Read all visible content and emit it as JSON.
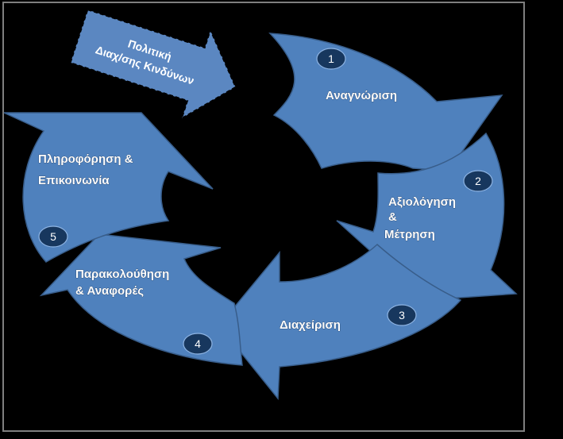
{
  "diagram": {
    "colors": {
      "background": "#000000",
      "arrow_fill": "#4f81bd",
      "arrow_stroke": "#385d8a",
      "badge_fill": "#17375e",
      "badge_stroke": "#8eb4e3",
      "policy_fill": "#5b87c1",
      "policy_stroke": "#000000",
      "frame": "#7f7f7f"
    },
    "policy": {
      "line1": "Πολιτική",
      "line2": "Διαχ/σης Κινδύνων"
    },
    "steps": [
      {
        "number": "1",
        "label_lines": [
          "Αναγνώριση"
        ]
      },
      {
        "number": "2",
        "label_lines": [
          "Αξιολόγηση",
          "&",
          "Μέτρηση"
        ]
      },
      {
        "number": "3",
        "label_lines": [
          "Διαχείριση"
        ]
      },
      {
        "number": "4",
        "label_lines": [
          "Παρακολούθηση",
          "& Αναφορές"
        ]
      },
      {
        "number": "5",
        "label_lines": [
          "Πληροφόρηση  &",
          "Επικοινωνία"
        ]
      }
    ]
  }
}
